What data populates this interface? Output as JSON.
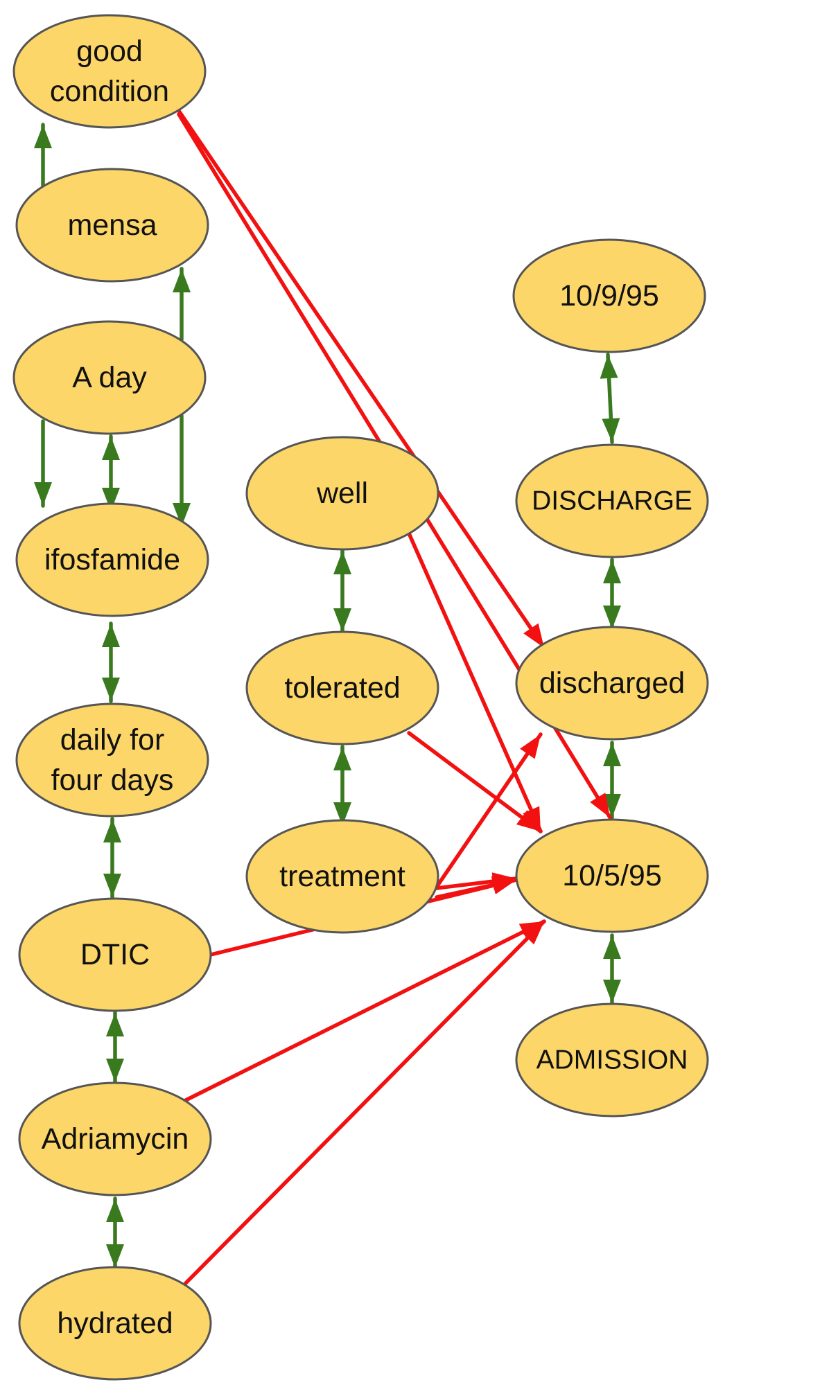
{
  "colors": {
    "node_fill": "#fcd669",
    "node_stroke": "#555555",
    "bidirectional_edge": "#3a7a1f",
    "directed_edge": "#f21010"
  },
  "nodes": [
    {
      "id": "good_condition",
      "lines": [
        "good",
        "condition"
      ]
    },
    {
      "id": "mensa",
      "lines": [
        "mensa"
      ]
    },
    {
      "id": "a_day",
      "lines": [
        "A day"
      ]
    },
    {
      "id": "ifosfamide",
      "lines": [
        "ifosfamide"
      ]
    },
    {
      "id": "daily_for_four_days",
      "lines": [
        "daily for",
        "four days"
      ]
    },
    {
      "id": "dtic",
      "lines": [
        "DTIC"
      ]
    },
    {
      "id": "adriamycin",
      "lines": [
        "Adriamycin"
      ]
    },
    {
      "id": "hydrated",
      "lines": [
        "hydrated"
      ]
    },
    {
      "id": "well",
      "lines": [
        "well"
      ]
    },
    {
      "id": "tolerated",
      "lines": [
        "tolerated"
      ]
    },
    {
      "id": "treatment",
      "lines": [
        "treatment"
      ]
    },
    {
      "id": "date_10_9_95",
      "lines": [
        "10/9/95"
      ]
    },
    {
      "id": "discharge",
      "lines": [
        "DISCHARGE"
      ]
    },
    {
      "id": "discharged",
      "lines": [
        "discharged"
      ]
    },
    {
      "id": "date_10_5_95",
      "lines": [
        "10/5/95"
      ]
    },
    {
      "id": "admission",
      "lines": [
        "ADMISSION"
      ]
    }
  ],
  "edges": [
    {
      "from": "mensa",
      "to": "good_condition",
      "kind": "directed-green"
    },
    {
      "from": "a_day",
      "to": "mensa",
      "kind": "directed-green"
    },
    {
      "from": "a_day",
      "to": "ifosfamide",
      "kind": "directed-green"
    },
    {
      "from": "a_day",
      "to": "ifosfamide",
      "kind": "bidirectional"
    },
    {
      "from": "ifosfamide",
      "to": "daily_for_four_days",
      "kind": "bidirectional"
    },
    {
      "from": "daily_for_four_days",
      "to": "dtic",
      "kind": "bidirectional"
    },
    {
      "from": "dtic",
      "to": "adriamycin",
      "kind": "bidirectional"
    },
    {
      "from": "adriamycin",
      "to": "hydrated",
      "kind": "bidirectional"
    },
    {
      "from": "well",
      "to": "tolerated",
      "kind": "bidirectional"
    },
    {
      "from": "tolerated",
      "to": "treatment",
      "kind": "bidirectional"
    },
    {
      "from": "date_10_9_95",
      "to": "discharge",
      "kind": "bidirectional"
    },
    {
      "from": "discharge",
      "to": "discharged",
      "kind": "bidirectional"
    },
    {
      "from": "discharged",
      "to": "date_10_5_95",
      "kind": "bidirectional"
    },
    {
      "from": "date_10_5_95",
      "to": "admission",
      "kind": "bidirectional"
    },
    {
      "from": "good_condition",
      "to": "discharged",
      "kind": "directed"
    },
    {
      "from": "good_condition",
      "to": "date_10_5_95",
      "kind": "directed"
    },
    {
      "from": "well",
      "to": "date_10_5_95",
      "kind": "directed"
    },
    {
      "from": "tolerated",
      "to": "date_10_5_95",
      "kind": "directed"
    },
    {
      "from": "treatment",
      "to": "discharged",
      "kind": "directed"
    },
    {
      "from": "treatment",
      "to": "date_10_5_95",
      "kind": "directed"
    },
    {
      "from": "dtic",
      "to": "date_10_5_95",
      "kind": "directed"
    },
    {
      "from": "adriamycin",
      "to": "date_10_5_95",
      "kind": "directed"
    },
    {
      "from": "hydrated",
      "to": "date_10_5_95",
      "kind": "directed"
    }
  ]
}
